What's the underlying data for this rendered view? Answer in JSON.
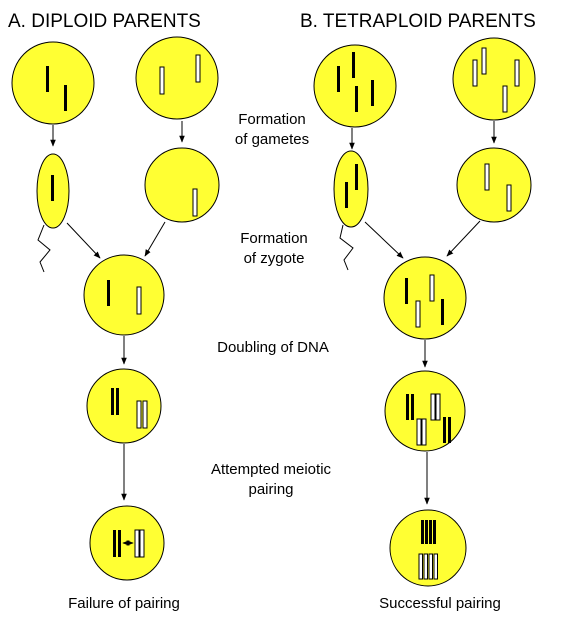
{
  "panels": {
    "a_title": "A.  DIPLOID PARENTS",
    "b_title": "B.  TETRAPLOID PARENTS"
  },
  "steps": {
    "gametes_line1": "Formation",
    "gametes_line2": "of gametes",
    "zygote_line1": "Formation",
    "zygote_line2": "of zygote",
    "doubling": "Doubling of DNA",
    "pairing_line1": "Attempted meiotic",
    "pairing_line2": "pairing"
  },
  "outcomes": {
    "a_result": "Failure of pairing",
    "b_result": "Successful pairing"
  },
  "colors": {
    "cell_fill": "#ffff33",
    "outline": "#000000",
    "paternal_chromosome": "#000000",
    "maternal_chromosome": "#ffffff"
  }
}
